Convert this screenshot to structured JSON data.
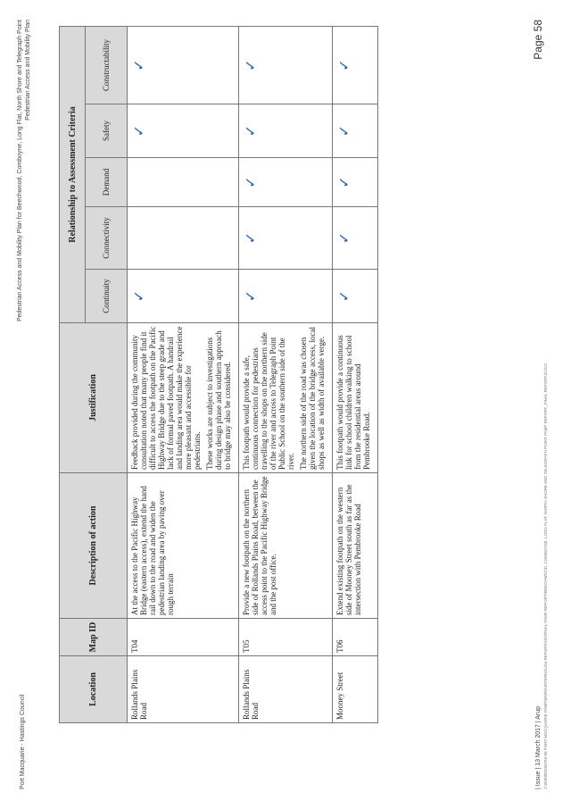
{
  "header": {
    "left": "Port Macquarie - Hastings Council",
    "right_line1": "Pedestrian Access and Mobility Plan for Beechwood, Comboyne, Long Flat, North Shore and Telegraph Point",
    "right_line2": "Pedestrian Access and Mobility Plan"
  },
  "table": {
    "headers": {
      "location": "Location",
      "map_id": "Map ID",
      "description": "Description of action",
      "justification": "Justification",
      "criteria_group": "Relationship to Assessment Criteria",
      "continuity": "Continuity",
      "connectivity": "Connectivity",
      "demand": "Demand",
      "safety": "Safety",
      "constructability": "Constructability"
    },
    "tick_symbol": "✓",
    "tick_color": "#1f5fc0",
    "rows": [
      {
        "location": "Rollands Plains Road",
        "map_id": "T04",
        "description": "At the access to the Pacific Highway Bridge (eastern access), extend the hand rail down to the road and widen the pedestrian landing area by paving over rough terrain",
        "justification": [
          "Feedback provided during the community consultation noted that many people find it difficult to access the footpath on the Pacific Highway Bridge due to the steep grade and lack of formal paved footpath. A handrail and landing area would make the experience more pleasant and accessible for pedestrians.",
          "These works are subject to investigations during design phase and southern approach to bridge may also be considered."
        ],
        "continuity": true,
        "connectivity": false,
        "demand": false,
        "safety": true,
        "constructability": true
      },
      {
        "location": "Rollands Plains Road",
        "map_id": "T05",
        "description": "Provide a new footpath on the northern side of Rollands Plains Road, between the access point to the Pacific Highway Bridge and the post office.",
        "justification": [
          "This footpath would provide a safe, continuous connection for pedestrians travelling to the shops on the northern side of the river and across to Telegraph Point Public School on the southern side of the river.",
          "The northern side of the road was chosen given the location of the bridge access, local shops as well as width of available verge."
        ],
        "continuity": true,
        "connectivity": true,
        "demand": true,
        "safety": true,
        "constructability": true
      },
      {
        "location": "Mooney Street",
        "map_id": "T06",
        "description": "Extend existing footpath on the western side of Mooney Street south as far as the intersection with Pembrooke Road",
        "justification": [
          "This footpath would provide a continuous link for school children walking to school from the residential areas around Pembrooke Road."
        ],
        "continuity": true,
        "connectivity": true,
        "demand": true,
        "safety": true,
        "constructability": true
      }
    ]
  },
  "footer": {
    "line1": "| Issue | 13 March 2017 | Arup",
    "line2": "J:\\250000\\250756-00 PORT MACQUARIE PAMP\\WORK\\INTERNAL\\04 REPORTING\\FINAL PAMP REPORT\\BEECHWOOD, COMBOYNE, LONG FLAT, NORTH SHORE AND TELEGRAPH POINT PAMP REPORT_FINAL REPORT.DOCX",
    "page": "Page 58"
  }
}
